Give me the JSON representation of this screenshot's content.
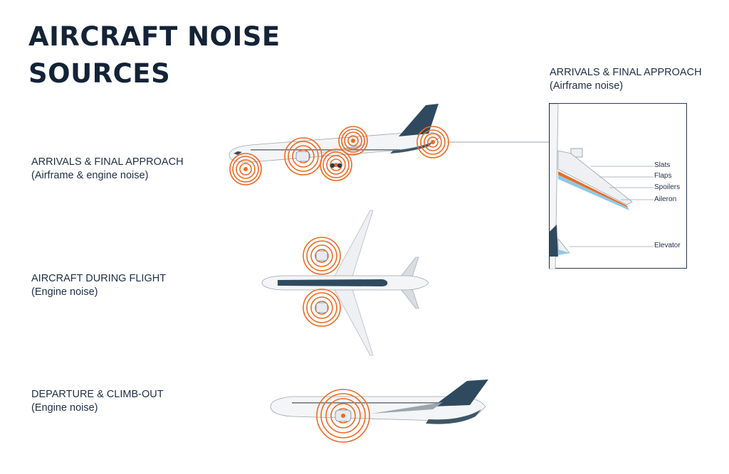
{
  "title": {
    "line1": "AIRCRAFT NOISE",
    "line2": "SOURCES"
  },
  "sections": [
    {
      "heading": "ARRIVALS & FINAL APPROACH",
      "sub": "(Airframe & engine noise)"
    },
    {
      "heading": "AIRCRAFT DURING FLIGHT",
      "sub": "(Engine noise)"
    },
    {
      "heading": "DEPARTURE & CLIMB-OUT",
      "sub": "(Engine noise)"
    }
  ],
  "detail": {
    "heading": "ARRIVALS & FINAL APPROACH",
    "sub": "(Airframe noise)",
    "parts": [
      "Slats",
      "Flaps",
      "Spoilers",
      "Aileron",
      "Elevator"
    ]
  },
  "colors": {
    "noise": "#ee6a22",
    "tail": "#2f4a5e",
    "text": "#142337",
    "fuselage": "#f4f5f7"
  }
}
